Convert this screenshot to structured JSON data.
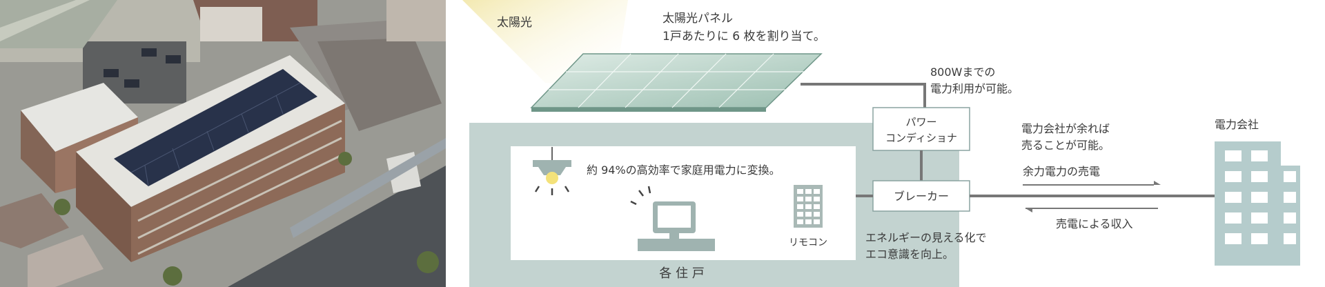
{
  "photo": {
    "alt": "solar-apartment-aerial-photo"
  },
  "diagram": {
    "sunlight_label": "太陽光",
    "panel_title": "太陽光パネル",
    "panel_note": "1戸あたりに 6 枚を割り当て。",
    "limit_line1": "800Wまでの",
    "limit_line2": "電力利用が可能。",
    "power_conditioner_line1": "パワー",
    "power_conditioner_line2": "コンディショナ",
    "efficiency_text": "約 94%の高効率で家庭用電力に変換。",
    "breaker_label": "ブレーカー",
    "remote_label": "リモコン",
    "household_label": "各 住 戸",
    "surplus_line1": "電力会社が余れば",
    "surplus_line2": "売ることが可能。",
    "sell_surplus_label": "余力電力の売電",
    "revenue_label": "売電による収入",
    "visualize_line1": "エネルギーの見える化で",
    "visualize_line2": "エコ意識を向上。",
    "utility_company_label": "電力会社"
  },
  "colors": {
    "house_panel": "#c3d3d0",
    "inner_panel": "#ffffff",
    "line": "#777777",
    "solar_glass": "#bcd6cc",
    "sun_glow": "#f5edc0",
    "building": "#b5cccc"
  }
}
